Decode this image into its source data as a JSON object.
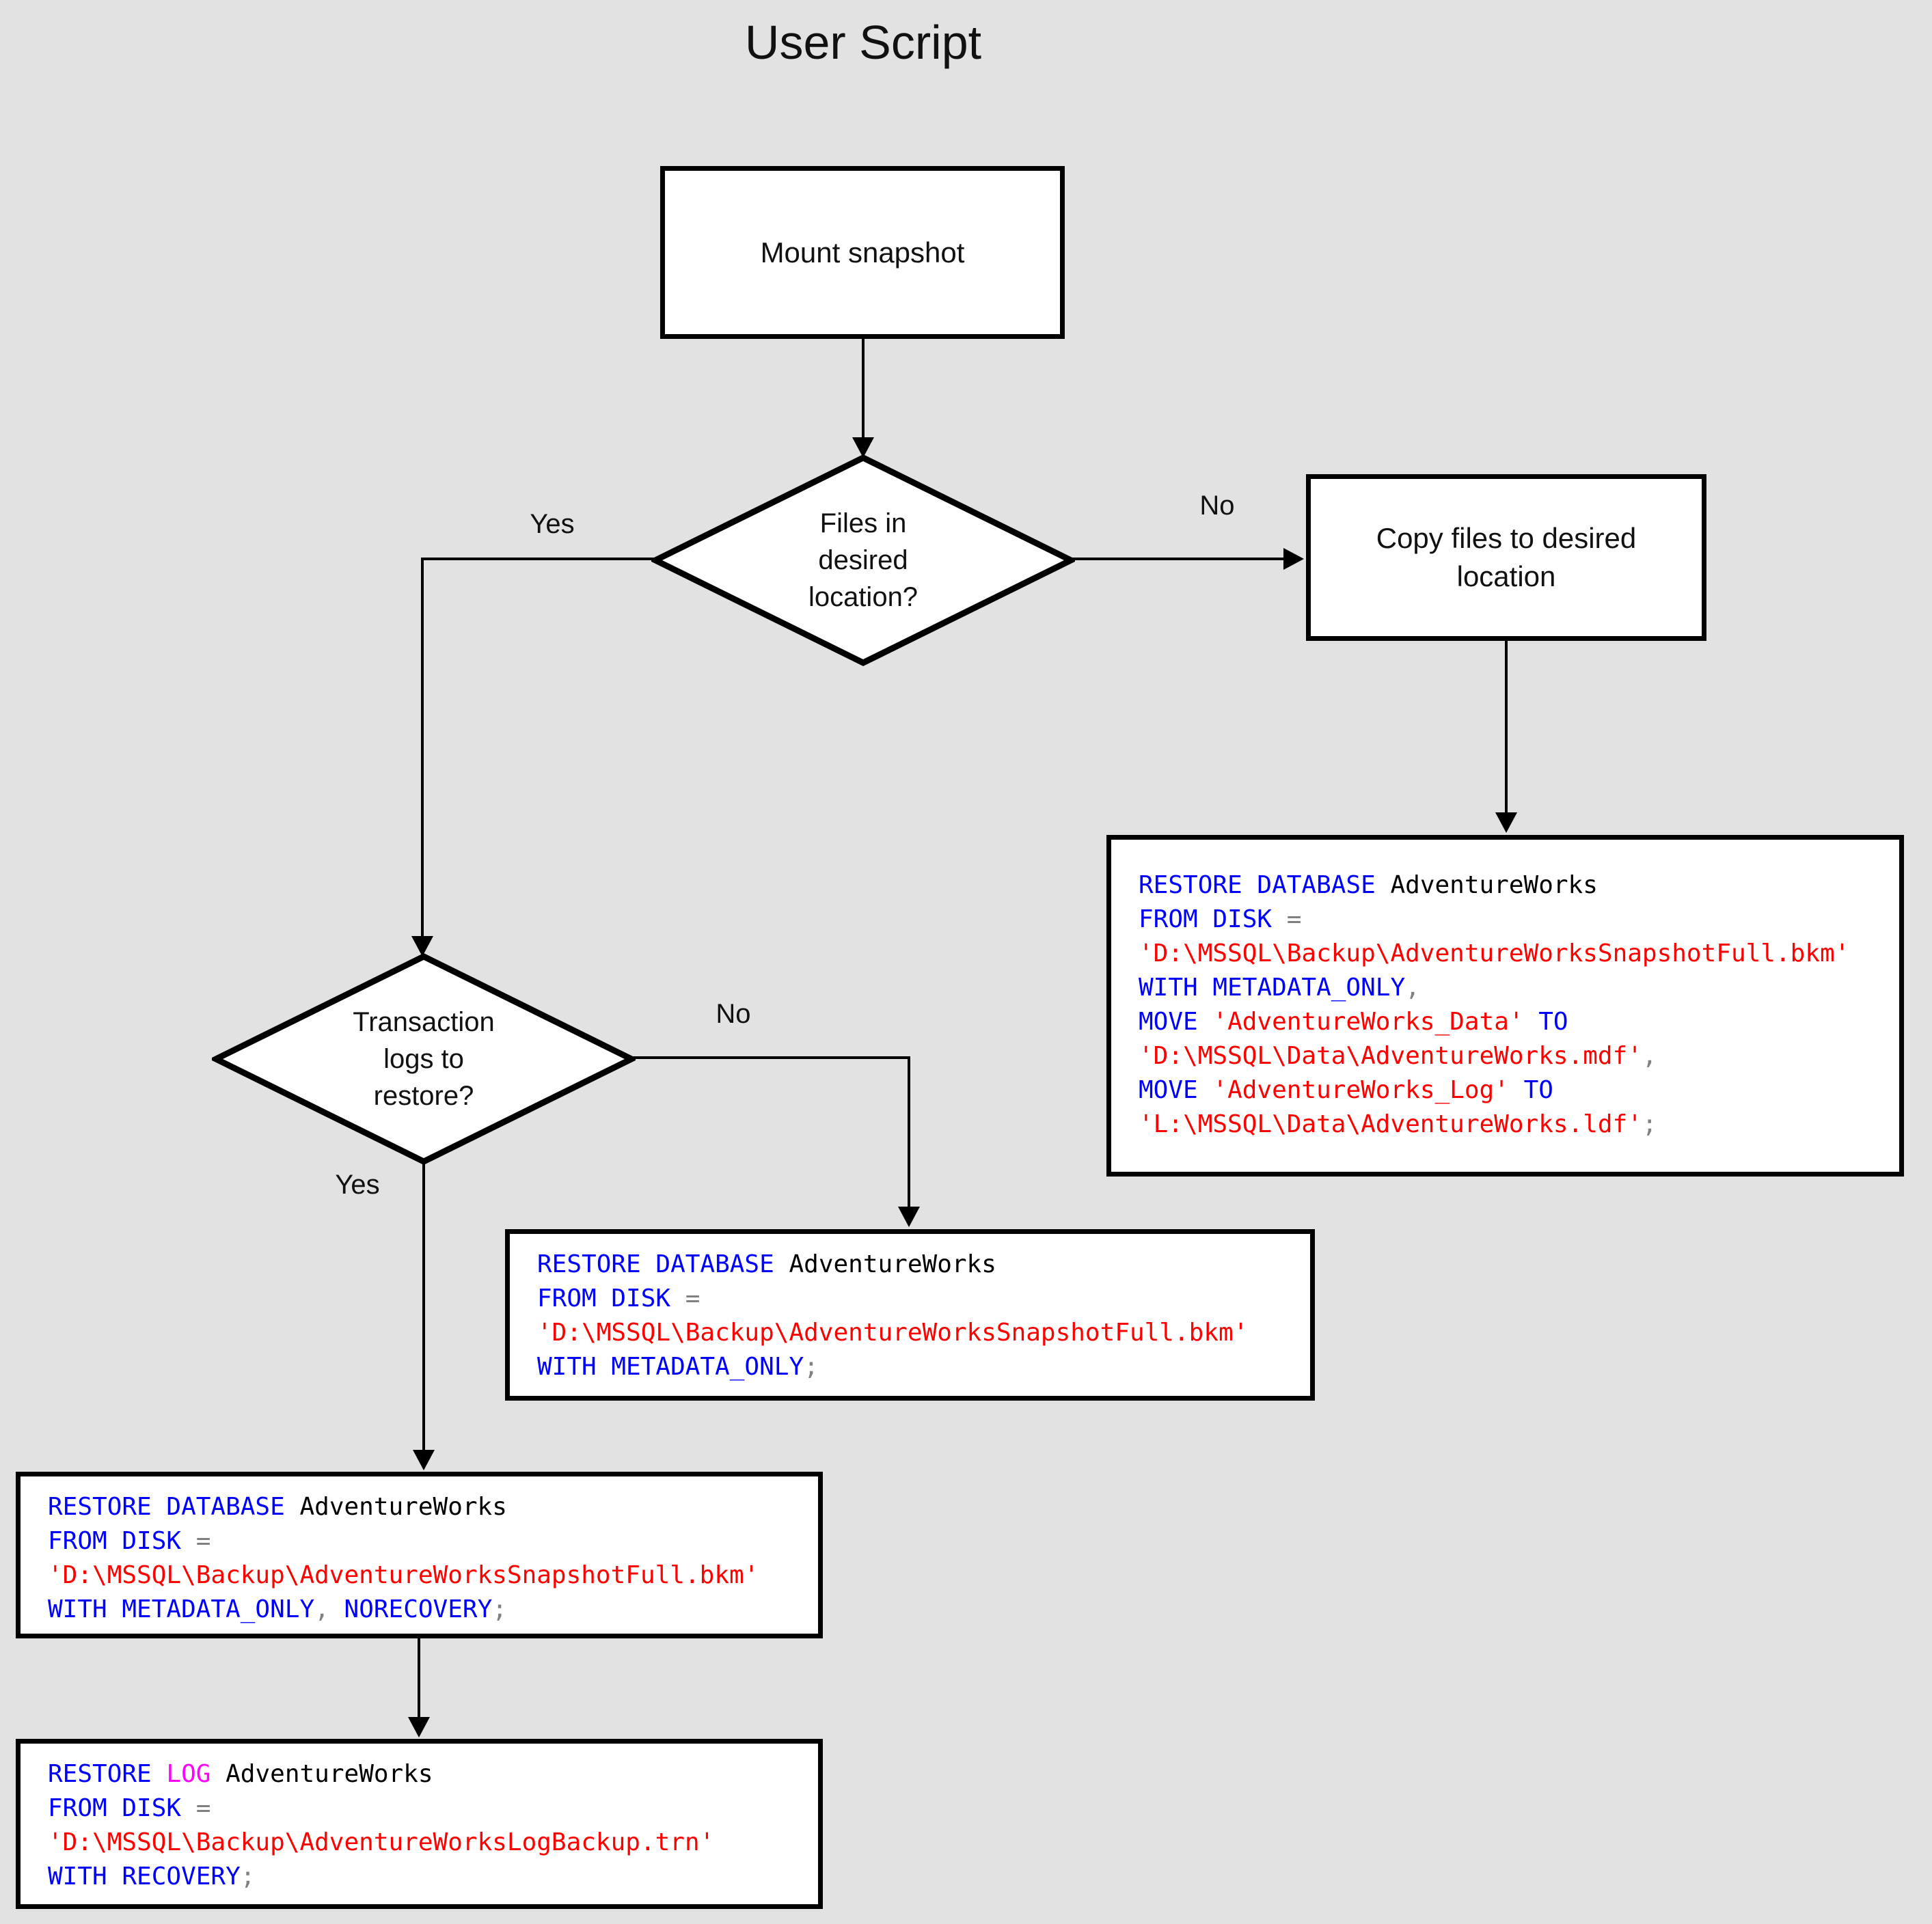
{
  "title": "User Script",
  "colors": {
    "background": "#E2E2E2",
    "node_fill": "#FFFFFF",
    "line": "#000000",
    "keyword": "#0000FF",
    "string": "#FF0000",
    "operator": "#808080",
    "identifier": "#000000",
    "log_keyword": "#FF00FF"
  },
  "nodes": {
    "mount": {
      "label": "Mount snapshot"
    },
    "decision_files": {
      "label": "Files in\ndesired\nlocation?"
    },
    "copy": {
      "label": "Copy files to desired\nlocation"
    },
    "decision_logs": {
      "label": "Transaction\nlogs to\nrestore?"
    }
  },
  "edge_labels": {
    "files_yes": "Yes",
    "files_no": "No",
    "logs_no": "No",
    "logs_yes": "Yes"
  },
  "code_boxes": {
    "restore_move": {
      "lines": [
        [
          {
            "t": "RESTORE DATABASE",
            "c": "kw"
          },
          {
            "t": " ",
            "c": "id"
          },
          {
            "t": "AdventureWorks",
            "c": "id"
          }
        ],
        [
          {
            "t": "FROM DISK",
            "c": "kw"
          },
          {
            "t": " ",
            "c": "id"
          },
          {
            "t": "=",
            "c": "op"
          }
        ],
        [
          {
            "t": "'D:\\MSSQL\\Backup\\AdventureWorksSnapshotFull.bkm'",
            "c": "str"
          }
        ],
        [
          {
            "t": "WITH METADATA_ONLY",
            "c": "kw"
          },
          {
            "t": ",",
            "c": "op"
          }
        ],
        [
          {
            "t": "MOVE",
            "c": "kw"
          },
          {
            "t": " ",
            "c": "id"
          },
          {
            "t": "'AdventureWorks_Data'",
            "c": "str"
          },
          {
            "t": " ",
            "c": "id"
          },
          {
            "t": "TO",
            "c": "kw"
          }
        ],
        [
          {
            "t": "'D:\\MSSQL\\Data\\AdventureWorks.mdf'",
            "c": "str"
          },
          {
            "t": ",",
            "c": "op"
          }
        ],
        [
          {
            "t": "MOVE",
            "c": "kw"
          },
          {
            "t": " ",
            "c": "id"
          },
          {
            "t": "'AdventureWorks_Log'",
            "c": "str"
          },
          {
            "t": " ",
            "c": "id"
          },
          {
            "t": "TO",
            "c": "kw"
          }
        ],
        [
          {
            "t": "'L:\\MSSQL\\Data\\AdventureWorks.ldf'",
            "c": "str"
          },
          {
            "t": ";",
            "c": "op"
          }
        ]
      ]
    },
    "restore_metadata": {
      "lines": [
        [
          {
            "t": "RESTORE DATABASE",
            "c": "kw"
          },
          {
            "t": " ",
            "c": "id"
          },
          {
            "t": "AdventureWorks",
            "c": "id"
          }
        ],
        [
          {
            "t": "FROM DISK",
            "c": "kw"
          },
          {
            "t": " ",
            "c": "id"
          },
          {
            "t": "=",
            "c": "op"
          }
        ],
        [
          {
            "t": "'D:\\MSSQL\\Backup\\AdventureWorksSnapshotFull.bkm'",
            "c": "str"
          }
        ],
        [
          {
            "t": "WITH METADATA_ONLY",
            "c": "kw"
          },
          {
            "t": ";",
            "c": "op"
          }
        ]
      ]
    },
    "restore_norecovery": {
      "lines": [
        [
          {
            "t": "RESTORE DATABASE",
            "c": "kw"
          },
          {
            "t": " ",
            "c": "id"
          },
          {
            "t": "AdventureWorks",
            "c": "id"
          }
        ],
        [
          {
            "t": "FROM DISK",
            "c": "kw"
          },
          {
            "t": " ",
            "c": "id"
          },
          {
            "t": "=",
            "c": "op"
          }
        ],
        [
          {
            "t": "'D:\\MSSQL\\Backup\\AdventureWorksSnapshotFull.bkm'",
            "c": "str"
          }
        ],
        [
          {
            "t": "WITH METADATA_ONLY",
            "c": "kw"
          },
          {
            "t": ",",
            "c": "op"
          },
          {
            "t": " ",
            "c": "id"
          },
          {
            "t": "NORECOVERY",
            "c": "kw"
          },
          {
            "t": ";",
            "c": "op"
          }
        ]
      ]
    },
    "restore_log": {
      "lines": [
        [
          {
            "t": "RESTORE",
            "c": "kw"
          },
          {
            "t": " ",
            "c": "id"
          },
          {
            "t": "LOG",
            "c": "log"
          },
          {
            "t": " ",
            "c": "id"
          },
          {
            "t": "AdventureWorks",
            "c": "id"
          }
        ],
        [
          {
            "t": "FROM DISK",
            "c": "kw"
          },
          {
            "t": " ",
            "c": "id"
          },
          {
            "t": "=",
            "c": "op"
          }
        ],
        [
          {
            "t": "'D:\\MSSQL\\Backup\\AdventureWorksLogBackup.trn'",
            "c": "str"
          }
        ],
        [
          {
            "t": "WITH RECOVERY",
            "c": "kw"
          },
          {
            "t": ";",
            "c": "op"
          }
        ]
      ]
    }
  }
}
